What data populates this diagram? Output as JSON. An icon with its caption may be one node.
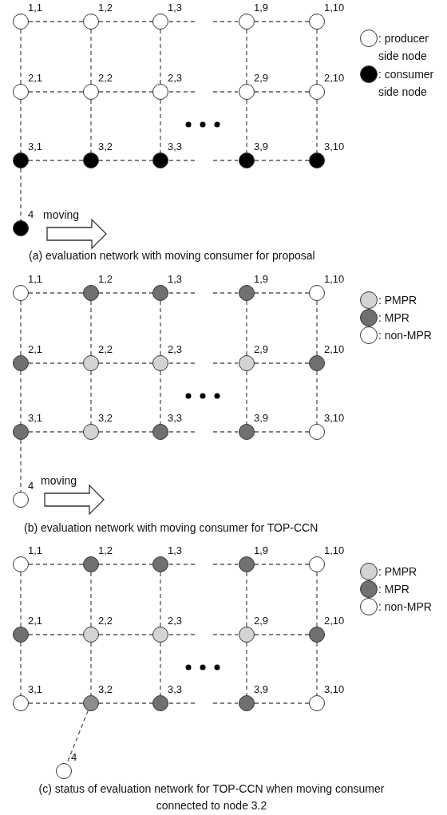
{
  "diagram": {
    "nodes": [
      {
        "text": [
          "1,1"
        ]
      },
      {
        "text": [
          "1,2"
        ]
      },
      {
        "text": [
          "1,3"
        ]
      },
      {
        "text": [
          "1,9"
        ]
      },
      {
        "text": [
          "1,10"
        ]
      },
      {
        "text": [
          "2,1"
        ]
      },
      {
        "text": [
          "2,2"
        ]
      },
      {
        "text": [
          "2,3"
        ]
      },
      {
        "text": [
          "2,9"
        ]
      },
      {
        "text": [
          "2,10"
        ]
      },
      {
        "text": [
          "3,1"
        ]
      },
      {
        "text": [
          "3,2"
        ]
      },
      {
        "text": [
          "3,3"
        ]
      },
      {
        "text": [
          "3,9"
        ]
      },
      {
        "text": [
          "3,10"
        ]
      },
      {
        "text": [
          "4"
        ]
      },
      {
        "text": [
          "1,1"
        ]
      },
      {
        "text": [
          "1,2"
        ]
      },
      {
        "text": [
          "1,3"
        ]
      },
      {
        "text": [
          "1,9"
        ]
      },
      {
        "text": [
          "1,10"
        ]
      },
      {
        "text": [
          "2,1"
        ]
      },
      {
        "text": [
          "2,2"
        ]
      },
      {
        "text": [
          "2,3"
        ]
      },
      {
        "text": [
          "2,9"
        ]
      },
      {
        "text": [
          "2,10"
        ]
      },
      {
        "text": [
          "3,1"
        ]
      },
      {
        "text": [
          "3,2"
        ]
      },
      {
        "text": [
          "3,3"
        ]
      },
      {
        "text": [
          "3,9"
        ]
      },
      {
        "text": [
          "3,10"
        ]
      },
      {
        "text": [
          "4"
        ]
      },
      {
        "text": [
          "1,1"
        ]
      },
      {
        "text": [
          "1,2"
        ]
      },
      {
        "text": [
          "1,3"
        ]
      },
      {
        "text": [
          "1,9"
        ]
      },
      {
        "text": [
          "1,10"
        ]
      },
      {
        "text": [
          "2,1"
        ]
      },
      {
        "text": [
          "2,2"
        ]
      },
      {
        "text": [
          "2,3"
        ]
      },
      {
        "text": [
          "2,9"
        ]
      },
      {
        "text": [
          "2,10"
        ]
      },
      {
        "text": [
          "3,1"
        ]
      },
      {
        "text": [
          "3,2"
        ]
      },
      {
        "text": [
          "3,3"
        ]
      },
      {
        "text": [
          "3,9"
        ]
      },
      {
        "text": [
          "3,10"
        ]
      },
      {
        "text": [
          "4"
        ]
      }
    ],
    "edges": [
      {
        "from": 0,
        "to": 1,
        "arrow": "none",
        "style": "dashed"
      },
      {
        "from": 1,
        "to": 2,
        "arrow": "none",
        "style": "dashed"
      },
      {
        "from": 3,
        "to": 4,
        "arrow": "none",
        "style": "dashed"
      },
      {
        "from": 5,
        "to": 6,
        "arrow": "none",
        "style": "dashed"
      },
      {
        "from": 6,
        "to": 7,
        "arrow": "none",
        "style": "dashed"
      },
      {
        "from": 8,
        "to": 9,
        "arrow": "none",
        "style": "dashed"
      },
      {
        "from": 10,
        "to": 11,
        "arrow": "none",
        "style": "dashed"
      },
      {
        "from": 11,
        "to": 12,
        "arrow": "none",
        "style": "dashed"
      },
      {
        "from": 13,
        "to": 14,
        "arrow": "none",
        "style": "dashed"
      },
      {
        "from": 0,
        "to": 5,
        "arrow": "none",
        "style": "dashed"
      },
      {
        "from": 5,
        "to": 10,
        "arrow": "none",
        "style": "dashed"
      },
      {
        "from": 1,
        "to": 6,
        "arrow": "none",
        "style": "dashed"
      },
      {
        "from": 6,
        "to": 11,
        "arrow": "none",
        "style": "dashed"
      },
      {
        "from": 2,
        "to": 7,
        "arrow": "none",
        "style": "dashed"
      },
      {
        "from": 7,
        "to": 12,
        "arrow": "none",
        "style": "dashed"
      },
      {
        "from": 3,
        "to": 8,
        "arrow": "none",
        "style": "dashed"
      },
      {
        "from": 8,
        "to": 13,
        "arrow": "none",
        "style": "dashed"
      },
      {
        "from": 4,
        "to": 9,
        "arrow": "none",
        "style": "dashed"
      },
      {
        "from": 9,
        "to": 14,
        "arrow": "none",
        "style": "dashed"
      },
      {
        "from": 10,
        "to": 15,
        "arrow": "none",
        "style": "dashed"
      },
      {
        "from": 16,
        "to": 17,
        "arrow": "none",
        "style": "dashed"
      },
      {
        "from": 17,
        "to": 18,
        "arrow": "none",
        "style": "dashed"
      },
      {
        "from": 19,
        "to": 20,
        "arrow": "none",
        "style": "dashed"
      },
      {
        "from": 21,
        "to": 22,
        "arrow": "none",
        "style": "dashed"
      },
      {
        "from": 22,
        "to": 23,
        "arrow": "none",
        "style": "dashed"
      },
      {
        "from": 24,
        "to": 25,
        "arrow": "none",
        "style": "dashed"
      },
      {
        "from": 26,
        "to": 27,
        "arrow": "none",
        "style": "dashed"
      },
      {
        "from": 27,
        "to": 28,
        "arrow": "none",
        "style": "dashed"
      },
      {
        "from": 29,
        "to": 30,
        "arrow": "none",
        "style": "dashed"
      },
      {
        "from": 16,
        "to": 21,
        "arrow": "none",
        "style": "dashed"
      },
      {
        "from": 21,
        "to": 26,
        "arrow": "none",
        "style": "dashed"
      },
      {
        "from": 17,
        "to": 22,
        "arrow": "none",
        "style": "dashed"
      },
      {
        "from": 22,
        "to": 27,
        "arrow": "none",
        "style": "dashed"
      },
      {
        "from": 18,
        "to": 23,
        "arrow": "none",
        "style": "dashed"
      },
      {
        "from": 23,
        "to": 28,
        "arrow": "none",
        "style": "dashed"
      },
      {
        "from": 19,
        "to": 24,
        "arrow": "none",
        "style": "dashed"
      },
      {
        "from": 24,
        "to": 29,
        "arrow": "none",
        "style": "dashed"
      },
      {
        "from": 20,
        "to": 25,
        "arrow": "none",
        "style": "dashed"
      },
      {
        "from": 25,
        "to": 30,
        "arrow": "none",
        "style": "dashed"
      },
      {
        "from": 26,
        "to": 31,
        "arrow": "none",
        "style": "dashed"
      },
      {
        "from": 32,
        "to": 33,
        "arrow": "none",
        "style": "dashed"
      },
      {
        "from": 33,
        "to": 34,
        "arrow": "none",
        "style": "dashed"
      },
      {
        "from": 35,
        "to": 36,
        "arrow": "none",
        "style": "dashed"
      },
      {
        "from": 37,
        "to": 38,
        "arrow": "none",
        "style": "dashed"
      },
      {
        "from": 38,
        "to": 39,
        "arrow": "none",
        "style": "dashed"
      },
      {
        "from": 40,
        "to": 41,
        "arrow": "none",
        "style": "dashed"
      },
      {
        "from": 42,
        "to": 43,
        "arrow": "none",
        "style": "dashed"
      },
      {
        "from": 43,
        "to": 44,
        "arrow": "none",
        "style": "dashed"
      },
      {
        "from": 45,
        "to": 46,
        "arrow": "none",
        "style": "dashed"
      },
      {
        "from": 32,
        "to": 37,
        "arrow": "none",
        "style": "dashed"
      },
      {
        "from": 37,
        "to": 42,
        "arrow": "none",
        "style": "dashed"
      },
      {
        "from": 33,
        "to": 38,
        "arrow": "none",
        "style": "dashed"
      },
      {
        "from": 38,
        "to": 43,
        "arrow": "none",
        "style": "dashed"
      },
      {
        "from": 34,
        "to": 39,
        "arrow": "none",
        "style": "dashed"
      },
      {
        "from": 39,
        "to": 44,
        "arrow": "none",
        "style": "dashed"
      },
      {
        "from": 35,
        "to": 40,
        "arrow": "none",
        "style": "dashed"
      },
      {
        "from": 40,
        "to": 45,
        "arrow": "none",
        "style": "dashed"
      },
      {
        "from": 36,
        "to": 41,
        "arrow": "none",
        "style": "dashed"
      },
      {
        "from": 41,
        "to": 46,
        "arrow": "none",
        "style": "dashed"
      },
      {
        "from": 43,
        "to": 47,
        "arrow": "none",
        "style": "dashed"
      }
    ],
    "labels": [
      "moving",
      "(a) evaluation network with moving consumer for proposal",
      "moving",
      "(b) evaluation network with moving consumer for TOP-CCN",
      "(c) status of evaluation network for TOP-CCN when moving consumer connected to node 3.2"
    ],
    "legend": [
      {
        "text": ": producer side node",
        "color": "#ffffff"
      },
      {
        "text": ": consumer side node",
        "color": "#000000"
      },
      {
        "text": ": PMPR",
        "color": "#d3d3d3"
      },
      {
        "text": ": MPR",
        "color": "#707070"
      },
      {
        "text": ": non-MPR",
        "color": "#ffffff"
      },
      {
        "text": ": PMPR",
        "color": "#d3d3d3"
      },
      {
        "text": ": MPR",
        "color": "#707070"
      },
      {
        "text": ": non-MPR",
        "color": "#ffffff"
      }
    ]
  }
}
